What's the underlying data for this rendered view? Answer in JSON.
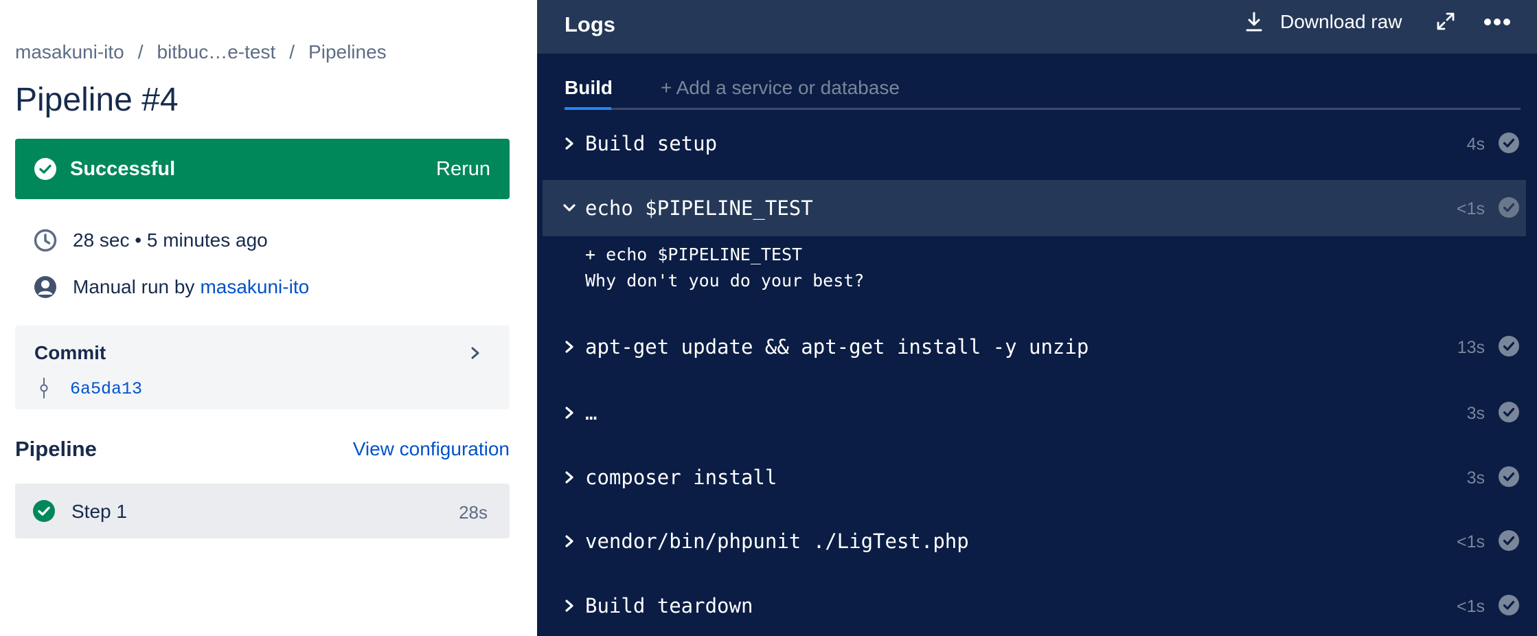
{
  "breadcrumb": {
    "items": [
      "masakuni-ito",
      "bitbuc…e-test",
      "Pipelines"
    ],
    "separator": "/"
  },
  "page_title": "Pipeline #4",
  "status": {
    "label": "Successful",
    "rerun_label": "Rerun",
    "color": "#00875a"
  },
  "meta": {
    "duration_text": "28 sec • 5 minutes ago",
    "trigger_prefix": "Manual run by",
    "trigger_user": "masakuni-ito"
  },
  "commit": {
    "title": "Commit",
    "hash": "6a5da13"
  },
  "pipeline": {
    "title": "Pipeline",
    "view_config_label": "View configuration",
    "steps": [
      {
        "label": "Step 1",
        "duration": "28s"
      }
    ]
  },
  "logs": {
    "title": "Logs",
    "download_label": "Download raw",
    "tabs": {
      "build": "Build",
      "add": "+ Add a service or database"
    },
    "rows": [
      {
        "command": "Build setup",
        "duration": "4s",
        "expanded": false
      },
      {
        "command": "echo $PIPELINE_TEST",
        "duration": "<1s",
        "expanded": true
      },
      {
        "command": "apt-get update && apt-get install -y unzip",
        "duration": "13s",
        "expanded": false
      },
      {
        "command": "…",
        "duration": "3s",
        "expanded": false
      },
      {
        "command": "composer install",
        "duration": "3s",
        "expanded": false
      },
      {
        "command": "vendor/bin/phpunit ./LigTest.php",
        "duration": "<1s",
        "expanded": false
      },
      {
        "command": "Build teardown",
        "duration": "<1s",
        "expanded": false
      }
    ],
    "output_lines": [
      "+ echo $PIPELINE_TEST",
      "Why don't you do your best?"
    ]
  },
  "colors": {
    "logs_bg": "#0b1d44",
    "logs_header_bg": "#253858",
    "link": "#0052cc",
    "tab_accent": "#2684ff"
  }
}
